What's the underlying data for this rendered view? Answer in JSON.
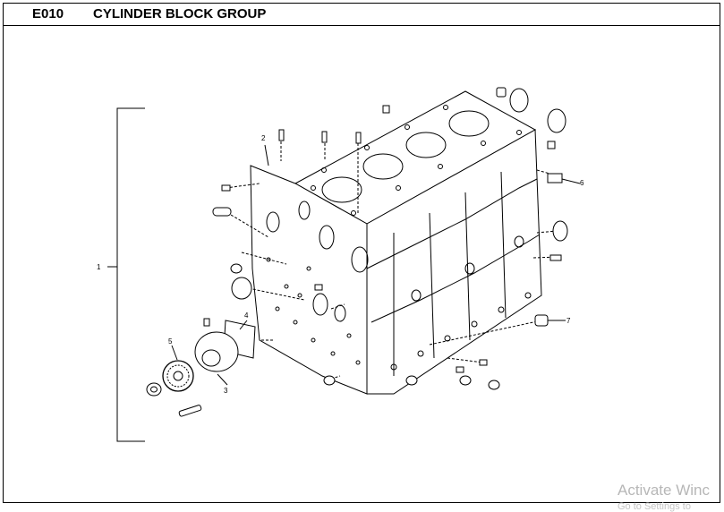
{
  "header": {
    "code": "E010",
    "title": "CYLINDER BLOCK GROUP"
  },
  "callouts": [
    "1",
    "2",
    "3",
    "4",
    "5",
    "6",
    "7"
  ],
  "watermark": {
    "line1": "Activate Winc",
    "line2": "Go to Settings to"
  }
}
